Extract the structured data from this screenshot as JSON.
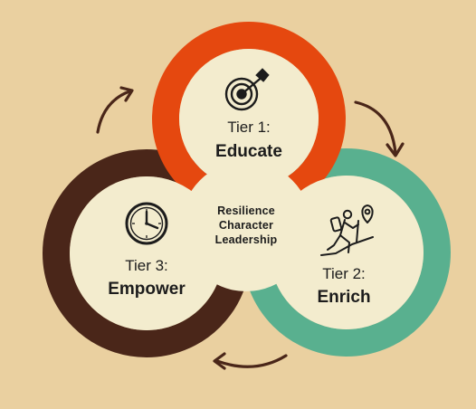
{
  "colors": {
    "background": "#ead0a0",
    "tier1_ring": "#e5480f",
    "tier2_ring": "#59b08f",
    "tier3_ring": "#4a2619",
    "inner_fill": "#f3ecce",
    "arrow": "#4a2619"
  },
  "center": {
    "line1": "Resilience",
    "line2": "Character",
    "line3": "Leadership"
  },
  "tiers": [
    {
      "prefix": "Tier 1:",
      "name": "Educate",
      "icon": "target-icon"
    },
    {
      "prefix": "Tier 2:",
      "name": "Enrich",
      "icon": "hiker-icon"
    },
    {
      "prefix": "Tier 3:",
      "name": "Empower",
      "icon": "clock-icon"
    }
  ]
}
